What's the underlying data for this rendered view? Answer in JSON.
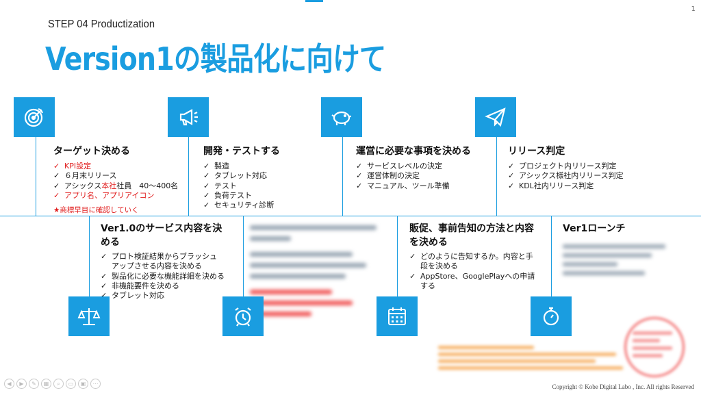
{
  "slide": {
    "page_number": "1",
    "step_label": "STEP 04 Productization",
    "title": "Version1の製品化に向けて",
    "copyright": "Copyright © Kobe Digital Labo , Inc. All rights Reserved"
  },
  "accent_color": "#1a9de0",
  "upper": [
    {
      "icon": "target-icon",
      "heading": "ターゲット決める",
      "items": [
        {
          "text": "KPI設定",
          "red": true
        },
        {
          "text": "６月末リリース",
          "red": false
        },
        {
          "text_pre": "アシックス",
          "text_red": "本社",
          "text_post": "社員　40〜400名"
        },
        {
          "text": "アプリ名、アプリアイコン",
          "red": true
        }
      ],
      "note": "★商標早目に確認していく"
    },
    {
      "icon": "megaphone-icon",
      "heading": "開発・テストする",
      "items": [
        "製造",
        "タブレット対応",
        "テスト",
        "負荷テスト",
        "セキュリティ診断"
      ]
    },
    {
      "icon": "piggy-bank-icon",
      "heading": "運営に必要な事項を決める",
      "items": [
        "サービスレベルの決定",
        "運営体制の決定",
        "マニュアル、ツール準備"
      ]
    },
    {
      "icon": "paper-plane-icon",
      "heading": "リリース判定",
      "items": [
        "プロジェクト内リリース判定",
        "アシックス様社内リリース判定",
        "KDL社内リリース判定"
      ]
    }
  ],
  "lower": [
    {
      "icon": "scale-icon",
      "heading_line1": "Ver1.0のサービス内容を決",
      "heading_line2": "める",
      "items": [
        "プロト検証結果からブラッシュ",
        "アップさせる内容を決める",
        "製品化に必要な機能詳細を決める",
        "非機能要件を決める",
        "タブレット対応"
      ]
    },
    {
      "icon": "alarm-clock-icon"
    },
    {
      "icon": "calendar-icon",
      "heading_line1": "販促、事前告知の方法と内容",
      "heading_line2": "を決める",
      "items": [
        "どのように告知するか。内容と手",
        "段を決める",
        "AppStore、GooglePlayへの申請",
        "する"
      ]
    },
    {
      "icon": "stopwatch-icon",
      "heading": "Ver1ローンチ"
    }
  ]
}
